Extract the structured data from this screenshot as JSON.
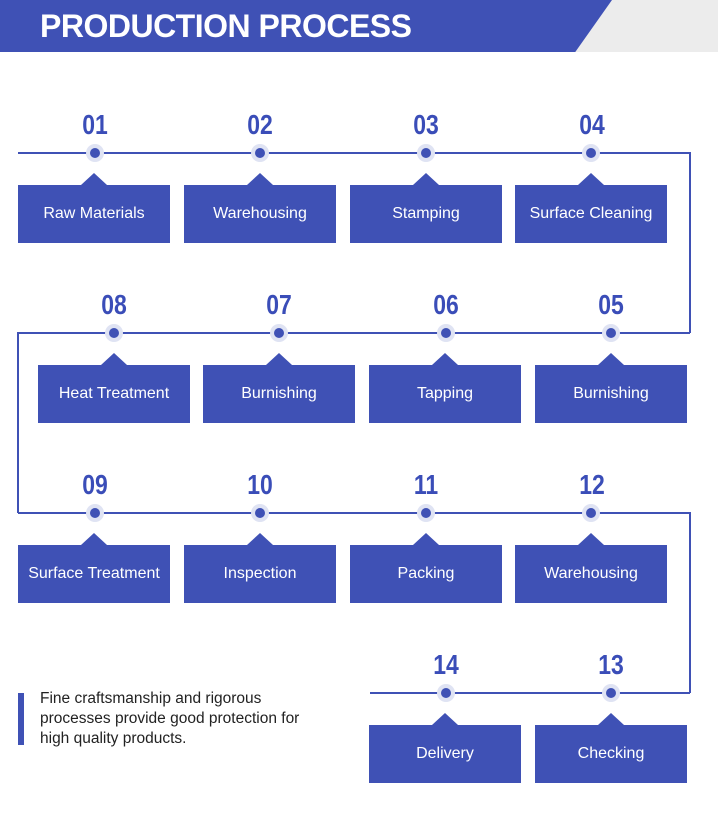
{
  "header": {
    "title": "PRODUCTION PROCESS"
  },
  "steps": [
    {
      "number": "01",
      "label": "Raw Materials"
    },
    {
      "number": "02",
      "label": "Warehousing"
    },
    {
      "number": "03",
      "label": "Stamping"
    },
    {
      "number": "04",
      "label": "Surface Cleaning"
    },
    {
      "number": "05",
      "label": "Burnishing"
    },
    {
      "number": "06",
      "label": "Tapping"
    },
    {
      "number": "07",
      "label": "Burnishing"
    },
    {
      "number": "08",
      "label": "Heat Treatment"
    },
    {
      "number": "09",
      "label": "Surface Treatment"
    },
    {
      "number": "10",
      "label": "Inspection"
    },
    {
      "number": "11",
      "label": "Packing"
    },
    {
      "number": "12",
      "label": "Warehousing"
    },
    {
      "number": "13",
      "label": "Checking"
    },
    {
      "number": "14",
      "label": "Delivery"
    }
  ],
  "note": {
    "text": "Fine craftsmanship and rigorous processes provide good protection for high quality products."
  },
  "colors": {
    "primary": "#3f51b5",
    "number": "#3a4db8",
    "line": "#3f51b5",
    "header_band": "#ececec"
  }
}
